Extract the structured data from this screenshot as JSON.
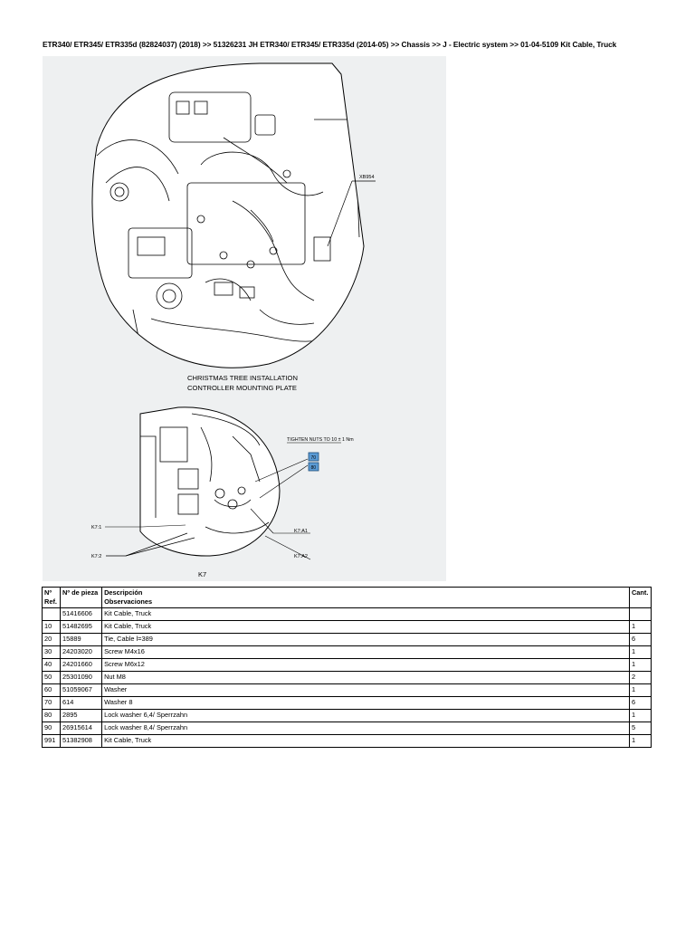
{
  "breadcrumb": "ETR340/ ETR345/ ETR335d (82824037) (2018) >> 51326231 JH ETR340/ ETR345/ ETR335d (2014-05) >> Chassis >> J - Electric system >> 01-04-5109 Kit Cable, Truck",
  "figure": {
    "label_xb954": "XB954",
    "caption_line1": "CHRISTMAS TREE INSTALLATION",
    "caption_line2": "CONTROLLER MOUNTING PLATE",
    "tighten_note": "TIGHTEN NUTS TO 10 ± 1 Nm",
    "badge_top": "70",
    "badge_bottom": "80",
    "label_k71": "K7:1",
    "label_k72": "K7:2",
    "label_k7a1": "K7:A1",
    "label_k7a2": "K7:A2",
    "label_k7": "K7"
  },
  "table": {
    "headers": {
      "ref_line1": "Nº",
      "ref_line2": "Ref.",
      "part": "Nº de pieza",
      "desc_line1": "Descripción",
      "desc_line2": "Observaciones",
      "qty": "Cant."
    },
    "rows": [
      {
        "ref": "",
        "part": "51416606",
        "desc": "Kit Cable, Truck",
        "qty": ""
      },
      {
        "ref": "10",
        "part": "51482695",
        "desc": "Kit Cable, Truck",
        "qty": "1"
      },
      {
        "ref": "20",
        "part": "15889",
        "desc": "Tie, Cable l=389",
        "qty": "6"
      },
      {
        "ref": "30",
        "part": "24203020",
        "desc": "Screw M4x16",
        "qty": "1"
      },
      {
        "ref": "40",
        "part": "24201660",
        "desc": "Screw M6x12",
        "qty": "1"
      },
      {
        "ref": "50",
        "part": "25301090",
        "desc": "Nut M8",
        "qty": "2"
      },
      {
        "ref": "60",
        "part": "51059067",
        "desc": "Washer",
        "qty": "1"
      },
      {
        "ref": "70",
        "part": "614",
        "desc": "Washer 8",
        "qty": "6"
      },
      {
        "ref": "80",
        "part": "2895",
        "desc": "Lock washer 6,4/ Sperrzahn",
        "qty": "1"
      },
      {
        "ref": "90",
        "part": "26915614",
        "desc": "Lock washer 8,4/ Sperrzahn",
        "qty": "5"
      },
      {
        "ref": "991",
        "part": "51382908",
        "desc": "Kit Cable, Truck",
        "qty": "1"
      }
    ]
  }
}
